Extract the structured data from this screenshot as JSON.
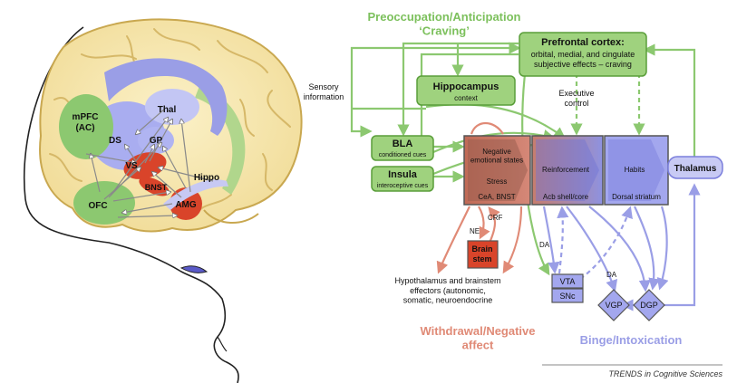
{
  "brain": {
    "regions": {
      "mpfc": "mPFC\n(AC)",
      "ds": "DS",
      "thal": "Thal",
      "gp": "GP",
      "vs": "VS",
      "bnst": "BNST",
      "ofc": "OFC",
      "amg": "AMG",
      "hippo": "Hippo"
    }
  },
  "stages": {
    "craving": "Preoccupation/Anticipation\n‘Craving’",
    "withdrawal": "Withdrawal/Negative\naffect",
    "binge": "Binge/Intoxication"
  },
  "nodes": {
    "pfc": {
      "title": "Prefrontal cortex:",
      "sub": "orbital, medial, and cingulate\nsubjective effects – craving"
    },
    "hippocampus": {
      "title": "Hippocampus",
      "sub": "context"
    },
    "bla": {
      "title": "BLA",
      "sub": "conditioned cues"
    },
    "insula": {
      "title": "Insula",
      "sub": "interoceptive cues"
    },
    "negative": {
      "title": "Negative\nemotional states",
      "mid": "Stress",
      "foot": "CeA, BNST"
    },
    "reinforcement": {
      "title": "Reinforcement",
      "foot": "Acb shell/core"
    },
    "habits": {
      "title": "Habits",
      "foot": "Dorsal striatum"
    },
    "thalamus": "Thalamus",
    "brainstem": "Brain\nstem",
    "vta": "VTA",
    "snc": "SNc",
    "vgp": "VGP",
    "dgp": "DGP"
  },
  "labels": {
    "sensory": "Sensory\ninformation",
    "executive": "Executive\ncontrol",
    "crf": "CRF",
    "ne": "NE",
    "da1": "DA",
    "da2": "DA",
    "hypothalamus": "Hypothalamus and brainstem\neffectors (autonomic,\nsomatic, neuroendocrine"
  },
  "footer": "TRENDS in Cognitive Sciences",
  "colors": {
    "green": "#8cc870",
    "green_dark": "#5a9e3a",
    "green_text": "#7cc05c",
    "salmon": "#e08a76",
    "purple": "#9a9ee6",
    "purple_dark": "#7a7edc",
    "red": "#d9442a"
  }
}
